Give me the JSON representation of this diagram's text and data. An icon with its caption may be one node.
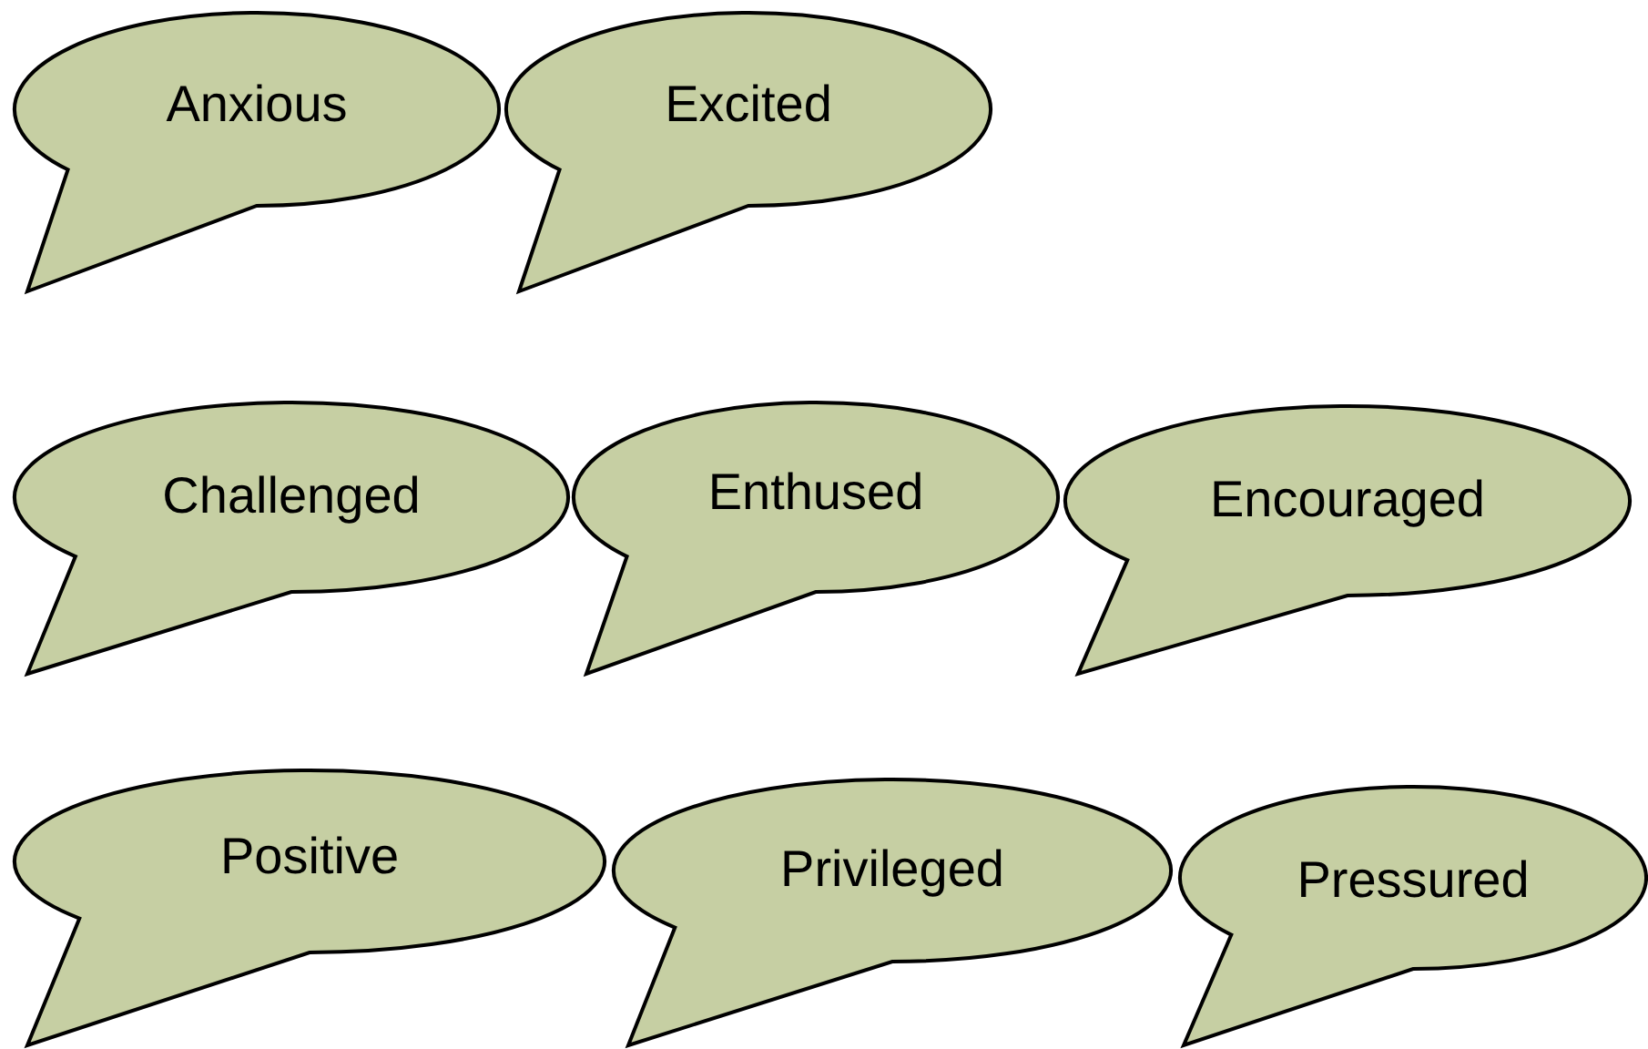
{
  "diagram": {
    "nodes": [
      {
        "text": [
          "Anxious"
        ]
      },
      {
        "text": [
          "Excited"
        ]
      },
      {
        "text": [
          "Challenged"
        ]
      },
      {
        "text": [
          "Enthused"
        ]
      },
      {
        "text": [
          "Encouraged"
        ]
      },
      {
        "text": [
          "Positive"
        ]
      },
      {
        "text": [
          "Privileged"
        ]
      },
      {
        "text": [
          "Pressured"
        ]
      }
    ]
  }
}
